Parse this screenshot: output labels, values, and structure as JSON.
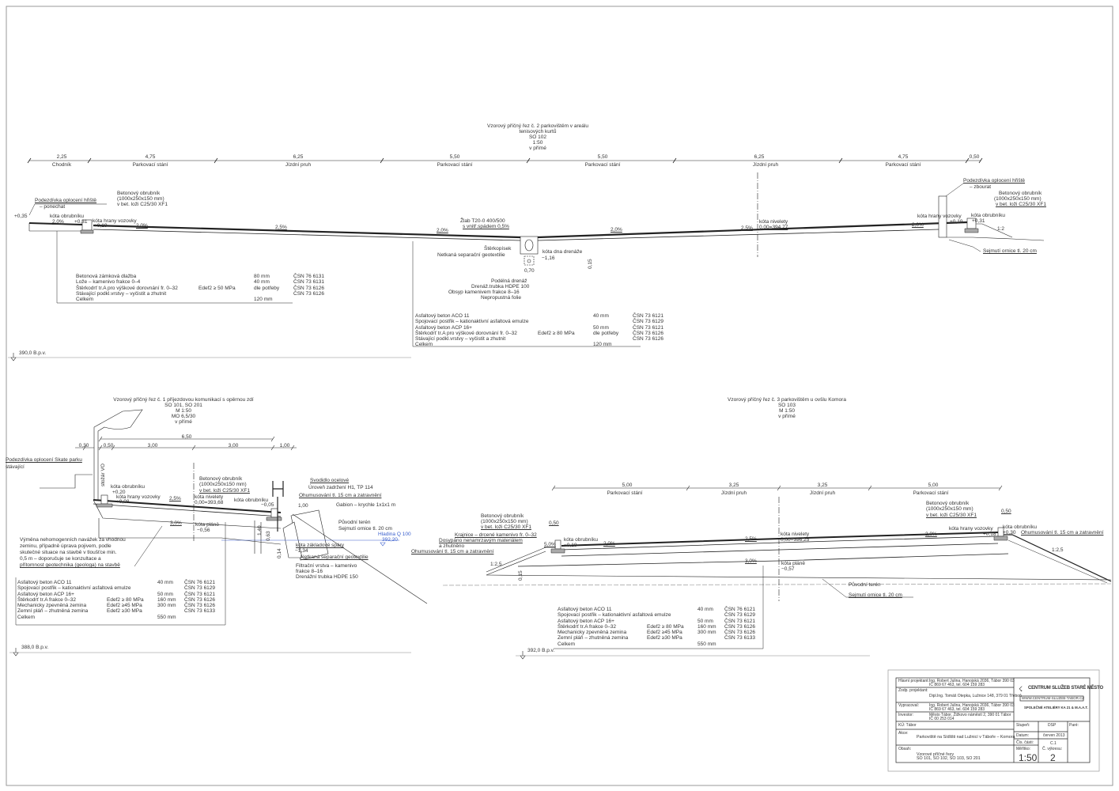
{
  "top_section": {
    "title": [
      "Vzorový příčný řez č. 2 parkovištěm v areálu",
      "tenisových kurtů",
      "SO 102",
      "1:50",
      "v přímé"
    ],
    "dimensions": [
      "2,25",
      "4,75",
      "6,25",
      "5,50",
      "5,50",
      "6,25",
      "4,75",
      "0,50"
    ],
    "zone_labels": [
      "Chodník",
      "Parkovací stání",
      "Jízdní pruh",
      "Parkovací stání",
      "Parkovací stání",
      "Jízdní pruh",
      "Parkovací stání"
    ],
    "annotations": {
      "fence_left": "Podezdívka oplocení hřiště",
      "fence_left_note": "– ponechat",
      "edge_left": "+0,35",
      "curb_left_label": "kóta obrubníku",
      "curb_left_value": "+0,31",
      "road_edge_left_label": "kóta hrany vozovky",
      "road_edge_left_value": "+0,19",
      "curb_spec_1": "Betonový obrubník",
      "curb_spec_2": "(1000x250x150 mm)",
      "curb_spec_3": "v bet. loži C25/30 XF1",
      "slope_1": "2,0%",
      "slope_2": "2,0%",
      "slope_3": "2,5%",
      "slope_4": "2,0%",
      "slope_5": "2,0%",
      "slope_6": "2,5%",
      "slope_7": "2,0%",
      "gutter_1": "Žlab T20-0 400/500",
      "gutter_2": "s vnitř.spádem 0,5%",
      "gravel": "Štěrkopísek",
      "geotextile": "Netkaná separační geotextilie",
      "drain_bottom_label": "kóta dna drenáže",
      "drain_bottom_value": "−1,16",
      "drain_depth": "0,15",
      "drain_width": "0,70",
      "drain_1": "Podélná drenáž",
      "drain_2": "Drenáž.trubka HDPE 100",
      "drain_3": "Obsyp kamenivem frakce 8–16",
      "drain_4": "Nepropustná folie",
      "grade_label": "kóta nivelety",
      "grade_value": "0,00=394,77",
      "road_edge_right_label": "kóta hrany vozovky",
      "road_edge_right_value": "+0,19",
      "curb_right_label": "kóta obrubníku",
      "curb_right_value": "+0,31",
      "fence_right": "Podezdívka oplocení hřiště",
      "fence_right_note": "– zbourat",
      "slope_ratio": "1:2",
      "topsoil": "Sejmutí ornice tl. 20 cm"
    },
    "layers_left": [
      [
        "Betonová zámková dlažba",
        "",
        "80 mm",
        "ČSN 76 6131"
      ],
      [
        "Lože – kamenivo frakce 0–4",
        "",
        "40 mm",
        "ČSN 73 6131"
      ],
      [
        "Štěrkodrť tr.A pro výškové dorovnání fr. 0–32",
        "Edef2 ≥ 50 MPa",
        "dle potřeby",
        "ČSN 73 6126"
      ],
      [
        "Stávající podkl.vrstvy – vyčistit a zhutnit",
        "",
        "",
        "ČSN 73 6126"
      ],
      [
        "Celkem",
        "",
        "120 mm",
        ""
      ]
    ],
    "layers_mid": [
      [
        "Asfaltový beton ACO 11",
        "",
        "40 mm",
        "ČSN 73 6121"
      ],
      [
        "Spojovací postřik – kationaktivní asfaltová emulze",
        "",
        "",
        "ČSN 73 6129"
      ],
      [
        "Asfaltový beton ACP 16+",
        "",
        "50 mm",
        "ČSN 73 6121"
      ],
      [
        "Štěrkodrť tr.A pro výškové dorovnání fr. 0–32",
        "Edef2 ≥ 80 MPa",
        "dle potřeby",
        "ČSN 73 6126"
      ],
      [
        "Stávající podkl.vrstvy – vyčistit a zhutnit",
        "",
        "",
        "ČSN 73 6126"
      ],
      [
        "Celkem",
        "",
        "120 mm",
        ""
      ]
    ],
    "datum_level": "390,0 B.p.v."
  },
  "left_section": {
    "title": [
      "Vzorový příčný řez č. 1 příjezdovou komunikací s opěrnou zdí",
      "SO 101, SO 201",
      "M 1:50",
      "MO 6,5/30",
      "v přímé"
    ],
    "dimension_total": "6,50",
    "dimensions": [
      "0,30",
      "0,50",
      "3,00",
      "3,00",
      "1,00"
    ],
    "annotations": {
      "fence": "Podezdívka oplocení Skate parku",
      "fence_note": "stávající",
      "lamp": "stožár VO",
      "curb_left_label": "kóta obrubníku",
      "curb_left_value": "+0,20",
      "road_edge_label": "kóta hrany vozovky",
      "road_edge_value": "+0,08",
      "slope_1": "2,5%",
      "curb_spec_1": "Betonový obrubník",
      "curb_spec_2": "(1000x250x150 mm)",
      "curb_spec_3": "v bet. loži C25/30 XF1",
      "grade_label": "kóta nivelety",
      "grade_value": "0,00=393,68",
      "curb_right_label": "kóta obrubníku",
      "curb_right_value": "−0,05",
      "guardrail": "Svodidlo ocelové",
      "guardrail_level": "Úroveň zadržení H1, TP 114",
      "topsoil_cover": "Ohumusování tl. 15 cm a zatravnění",
      "gabion_width": "1,00",
      "gabion": "Gabion – krychle 1x1x1 m",
      "terrain": "Původní terén",
      "topsoil": "Sejmutí ornice tl. 20 cm",
      "flood_label": "Hladina Q 100",
      "flood_value": "392,20",
      "slope_2": "3,0%",
      "subgrade_label": "kóta pláně",
      "subgrade_value": "−0,56",
      "height_1": "1,40",
      "height_2": "0,63",
      "height_3": "0,14",
      "foundation_label": "kóta základové spáry",
      "foundation_value": "−1,34",
      "geotextile": "Netkaná separační geotextilie",
      "filter_1": "Filtrační vrstva – kamenivo",
      "filter_2": "frakce 8–16",
      "filter_3": "Drenážní trubka HDPE 150"
    },
    "note": [
      "Výměna nehomogenních navážek za vhodnou",
      "zeminu, případně úprava pojivem, podle",
      "skutečné situace na stavbě v tloušťce min.",
      "0,5 m – doporučuje se konzultace a",
      "přítomnost geotechnika (geologa) na stavbě"
    ],
    "layers": [
      [
        "Asfaltový beton ACO 11",
        "",
        "40 mm",
        "ČSN 76 6121"
      ],
      [
        "Spojovací postřik – kationaktivní asfaltová emulze",
        "",
        "",
        "ČSN 73 6129"
      ],
      [
        "Asfaltový beton ACP 16+",
        "",
        "50 mm",
        "ČSN 73 6121"
      ],
      [
        "Štěrkodrť tr.A frakce 0–32",
        "Edef2 ≥ 80 MPa",
        "160 mm",
        "ČSN 73 6126"
      ],
      [
        "Mechanicky zpevněná zemina",
        "Edef2 ≥45 MPa",
        "300 mm",
        "ČSN 73 6126"
      ],
      [
        "Zemní pláň – zhutněná zemina",
        "Edef2 ≥30 MPa",
        "",
        "ČSN 73 6133"
      ],
      [
        "Celkem",
        "",
        "550 mm",
        ""
      ]
    ],
    "datum_level": "388,0 B.p.v."
  },
  "right_section": {
    "title": [
      "Vzorový příčný řez č. 3 parkovištěm u ovšlu Komora",
      "SO 103",
      "M 1:50",
      "v přímé"
    ],
    "dimensions": [
      "5,00",
      "3,25",
      "3,25",
      "5,00"
    ],
    "zone_labels": [
      "Parkovací stání",
      "Jízdní pruh",
      "Jízdní pruh",
      "Parkovací stání"
    ],
    "annotations": {
      "curb_spec_l1": "Betonový obrubník",
      "curb_spec_l2": "(1000x250x150 mm)",
      "curb_spec_l3": "v bet. loži C25/30 XF1",
      "width_left": "0,50",
      "shoulder": "Krajnice – drcené kamenivo fr. 0–32",
      "fill_1": "Dosypáno nenamrzavým materiálem",
      "fill_2": "a zhutněno",
      "topsoil_cover_left": "Ohumusování tl. 15 cm a zatravnění",
      "curb_left_label": "kóta obrubníku",
      "curb_left_value": "−0,18",
      "slope_shoulder": "5,0%",
      "slope_ratio_left": "1:2,5",
      "depth_left": "0,15",
      "slope_1": "2,0%",
      "slope_2": "2,5%",
      "grade_label": "kóta nivelety",
      "grade_value": "0,00=396,25",
      "slope_3": "3,0%",
      "subgrade_label": "kóta pláně",
      "subgrade_value": "−0,57",
      "terrain": "Původní terén",
      "topsoil": "Sejmutí ornice tl. 20 cm",
      "curb_spec_r1": "Betonový obrubník",
      "curb_spec_r2": "(1000x250x150 mm)",
      "curb_spec_r3": "v bet. loži C25/30 XF1",
      "width_right": "0,50",
      "road_edge_label": "kóta hrany vozovky",
      "road_edge_value": "+0,18",
      "curb_right_label": "kóta obrubníku",
      "curb_right_value": "+0,30",
      "topsoil_cover_right": "Ohumusování tl. 15 cm a zatravnění",
      "slope_ratio_right": "1:2,5",
      "slope_4": "2,0%"
    },
    "layers": [
      [
        "Asfaltový beton ACO 11",
        "",
        "40 mm",
        "ČSN 76 6121"
      ],
      [
        "Spojovací postřik – kationaktivní asfaltová emulze",
        "",
        "",
        "ČSN 73 6129"
      ],
      [
        "Asfaltový beton ACP 16+",
        "",
        "50 mm",
        "ČSN 73 6121"
      ],
      [
        "Štěrkodrť tr.A frakce 0–32",
        "Edef2 ≥ 80 MPa",
        "160 mm",
        "ČSN 73 6126"
      ],
      [
        "Mechanicky zpevněná zemina",
        "Edef2 ≥45 MPa",
        "300 mm",
        "ČSN 73 6126"
      ],
      [
        "Zemní pláň – zhutněná zemina",
        "Edef2 ≥30 MPa",
        "",
        "ČSN 73 6133"
      ],
      [
        "Celkem",
        "",
        "550 mm",
        ""
      ]
    ],
    "datum_level": "392,0 B.p.v."
  },
  "title_block": {
    "main_designer_label": "Hlavní projektant:",
    "main_designer": [
      "Ing. Robert Julina, Hanojská 2036, Tábor 390 03",
      "IČ 869 67 463, tel. 604 159 283"
    ],
    "resp_designer_label": "Zodp. projektant:",
    "resp_designer": [
      "Dipl.Ing. Tomáš Otepka, Lužnice 148, 379 01 Třeboň"
    ],
    "prepared_label": "Vypracoval:",
    "prepared": [
      "Ing. Robert Julina, Hanojská 2036, Tábor 390 03",
      "IČ 869 67 463, tel. 604 159 283"
    ],
    "investor_label": "Investor:",
    "investor": [
      "Město Tábor, Žižkovo náměstí 2, 390 01 Tábor",
      "IČ 00 253 014"
    ],
    "logo_name": "CENTRUM SLUŽEB STARÉ MĚSTO",
    "logo_web": "WWW.CENTRUM-SLUZEB-TABOR.CZ",
    "logo_studio": "SPOLEČNÉ ATELIÉRY KA 21 & M.A.A.T.",
    "cadastre": "KÚ: Tábor",
    "project_label": "Akce:",
    "project": "Parkoviště na Sídlišti nad Lužnicí v Táboře – Komora",
    "content_label": "Obsah:",
    "content": [
      "Vzorové příčné řezy",
      "SO 101, SO 102, SO 103, SO 201"
    ],
    "stage_label": "Stupeň:",
    "stage": "DSP",
    "date_label": "Datum:",
    "date": "červen 2013",
    "part_label": "Čís. části:",
    "part": "C.1",
    "scale_label": "Měřítko:",
    "scale": "1:50",
    "drawing_no_label": "Č. výkresu:",
    "drawing_no": "2",
    "copy_label": "Paré:"
  },
  "colors": {
    "line": "#111111",
    "frame": "#999999",
    "flood": "#3a5fcd"
  }
}
